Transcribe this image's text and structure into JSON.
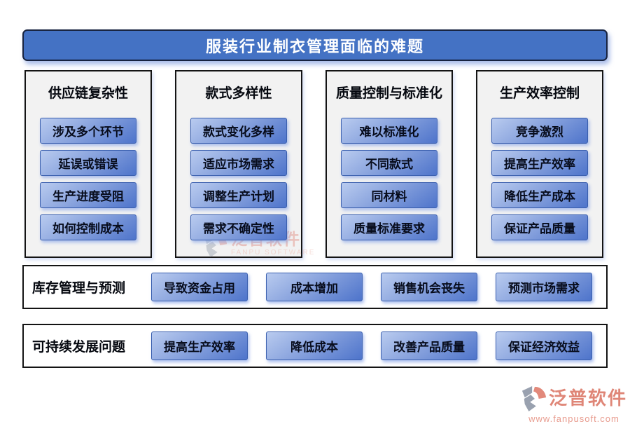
{
  "title": "服装行业制衣管理面临的难题",
  "colors": {
    "banner_blue": "#4472C4",
    "banner_border": "#18233F",
    "button_gradient_light": "#B9CBEF",
    "button_gradient_dark": "#4E74CB",
    "button_border": "#3A5FAE",
    "panel_bg": "#F2F2F2",
    "panel_border": "#141414",
    "text_dark": "#05080F",
    "brand_salmon": "#DF8677",
    "brand_gray": "#99A1AF"
  },
  "columns": [
    {
      "header": "供应链复杂性",
      "items": [
        "涉及多个环节",
        "延误或错误",
        "生产进度受阻",
        "如何控制成本"
      ]
    },
    {
      "header": "款式多样性",
      "items": [
        "款式变化多样",
        "适应市场需求",
        "调整生产计划",
        "需求不确定性"
      ]
    },
    {
      "header": "质量控制与标准化",
      "items": [
        "难以标准化",
        "不同款式",
        "同材料",
        "质量标准要求"
      ]
    },
    {
      "header": "生产效率控制",
      "items": [
        "竞争激烈",
        "提高生产效率",
        "降低生产成本",
        "保证产品质量"
      ]
    }
  ],
  "rows": [
    {
      "label": "库存管理与预测",
      "items": [
        "导致资金占用",
        "成本增加",
        "销售机会丧失",
        "预测市场需求"
      ]
    },
    {
      "label": "可持续发展问题",
      "items": [
        "提高生产效率",
        "降低成本",
        "改善产品质量",
        "保证经济效益"
      ]
    }
  ],
  "watermark": {
    "brand": "泛普软件",
    "subtext": "FANPU SOFTWARE"
  },
  "footer": {
    "brand": "泛普软件",
    "url": "www.fanpusoft.com"
  }
}
